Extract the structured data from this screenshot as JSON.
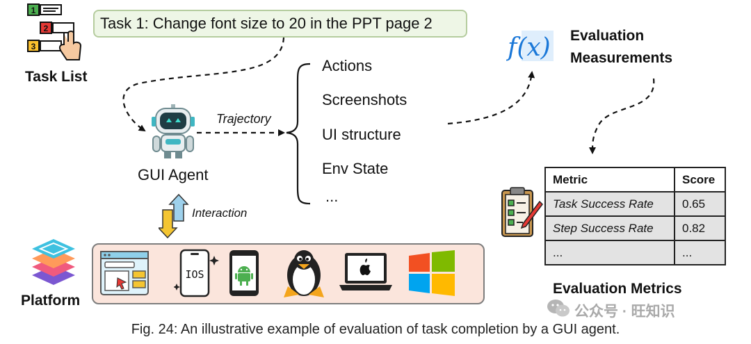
{
  "task_list": {
    "label": "Task List",
    "icon": "task-list-icon",
    "badge_numbers": [
      "1",
      "2",
      "3"
    ]
  },
  "task": {
    "text": "Task 1: Change font size to 20 in the PPT page 2"
  },
  "agent": {
    "label": "GUI Agent",
    "icon": "robot-icon"
  },
  "trajectory": {
    "label": "Trajectory",
    "items": [
      "Actions",
      "Screenshots",
      "UI structure",
      "Env State",
      "..."
    ]
  },
  "interaction": {
    "label": "Interaction"
  },
  "evaluation_measurements": {
    "line1": "Evaluation",
    "line2": "Measurements",
    "icon": "function-icon",
    "icon_text": "f(x)"
  },
  "platform": {
    "label": "Platform",
    "icons": [
      "web-browser-icon",
      "ios-phone-icon",
      "android-phone-icon",
      "linux-icon",
      "macos-laptop-icon",
      "windows-icon"
    ],
    "ios_text": "IOS"
  },
  "metrics_table": {
    "headers": [
      "Metric",
      "Score"
    ],
    "rows": [
      {
        "metric": "Task Success Rate",
        "score": "0.65"
      },
      {
        "metric": "Step Success Rate",
        "score": "0.82"
      },
      {
        "metric": "...",
        "score": "..."
      }
    ]
  },
  "evaluation_metrics": {
    "label": "Evaluation Metrics",
    "icon": "clipboard-checklist-icon"
  },
  "caption": "Fig. 24: An illustrative example of evaluation of task completion by a GUI agent.",
  "watermark": "公众号 · 旺知识",
  "colors": {
    "task_box_fill": "#eef6e6",
    "platform_fill": "#fbe5dc",
    "function_blue": "#1b78d8",
    "arrow_yellow": "#f4c531",
    "arrow_blue": "#9ed1ec"
  }
}
